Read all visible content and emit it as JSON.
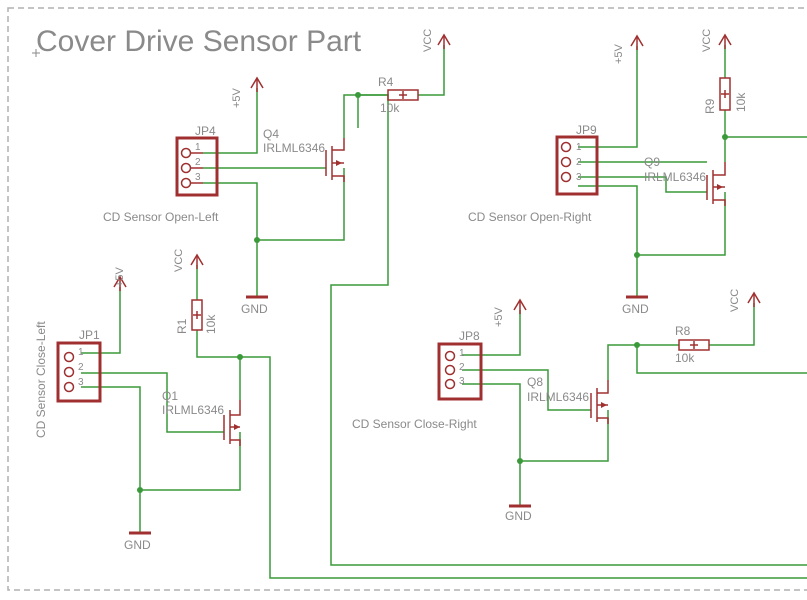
{
  "title": "Cover Drive Sensor Part",
  "connectors": [
    {
      "ref": "JP4",
      "label": "CD Sensor Open-Left",
      "pins": [
        "1",
        "2",
        "3"
      ]
    },
    {
      "ref": "JP9",
      "label": "CD Sensor Open-Right",
      "pins": [
        "1",
        "2",
        "3"
      ]
    },
    {
      "ref": "JP1",
      "label": "CD Sensor Close-Left",
      "pins": [
        "1",
        "2",
        "3"
      ]
    },
    {
      "ref": "JP8",
      "label": "CD Sensor Close-Right",
      "pins": [
        "1",
        "2",
        "3"
      ]
    }
  ],
  "transistors": [
    {
      "ref": "Q4",
      "value": "IRLML6346"
    },
    {
      "ref": "Q9",
      "value": "IRLML6346"
    },
    {
      "ref": "Q1",
      "value": "IRLML6346"
    },
    {
      "ref": "Q8",
      "value": "IRLML6346"
    }
  ],
  "resistors": [
    {
      "ref": "R4",
      "value": "10k"
    },
    {
      "ref": "R9",
      "value": "10k"
    },
    {
      "ref": "R1",
      "value": "10k"
    },
    {
      "ref": "R8",
      "value": "10k"
    }
  ],
  "supplies": {
    "plus5v": "+5V",
    "vcc": "VCC",
    "gnd": "GND"
  }
}
